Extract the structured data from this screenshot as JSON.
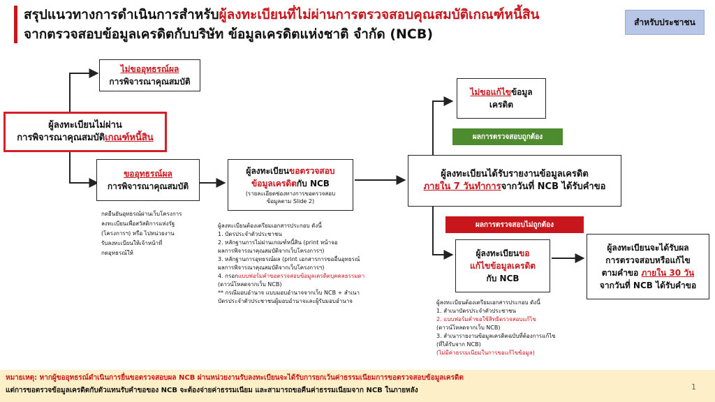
{
  "title": {
    "line1_a": "สรุปแนวทางการดำเนินการสำหรับ",
    "line1_b": "ผู้ลงทะเบียนที่ไม่ผ่านการตรวจสอบคุณสมบัติเกณฑ์หนี้สิน",
    "line2": "จากตรวจสอบข้อมูลเครดิตกับบริษัท ข้อมูลเครดิตแห่งชาติ จำกัด (NCB)"
  },
  "badge": "สำหรับประชาชน",
  "boxes": {
    "no_appeal": {
      "red": "ไม่ขออุทธรณ์ผล",
      "text": "การพิจารณาคุณสมบัติ"
    },
    "failed": {
      "line1": "ผู้ลงทะเบียนไม่ผ่าน",
      "line2_a": "การพิจารณาคุณสมบัติ",
      "line2_b": "เกณฑ์หนี้สิน"
    },
    "appeal": {
      "red": "ขออุทธรณ์ผล",
      "text": "การพิจารณาคุณสมบัติ"
    },
    "request_check": {
      "l1_a": "ผู้ลงทะเบียน",
      "l1_b": "ขอตรวจสอบ",
      "l2_a": "ข้อมูลเครดิต",
      "l2_b": "กับ NCB",
      "sub1": "(รายละเอียดช่องทางการขอตรวจสอบ",
      "sub2": "ข้อมูลตาม Slide 2)"
    },
    "no_correct": {
      "red": "ไม่ขอแก้ไข",
      "text1": "ข้อมูล",
      "text2": "เครดิต"
    },
    "receive_report": {
      "line1": "ผู้ลงทะเบียนได้รับรายงานข้อมูลเครดิต",
      "line2_a": "ภายใน 7 วันทำการ",
      "line2_b": "จากวันที่ NCB ได้รับคำขอ"
    },
    "request_correct": {
      "l1_a": "ผู้ลงทะเบียน",
      "l1_b": "ขอ",
      "l2": "แก้ไขข้อมูลเครดิต",
      "l3": "กับ NCB"
    },
    "result": {
      "line1": "ผู้ลงทะเบียนจะได้รับผล",
      "line2": "การตรวจสอบหรือแก้ไข",
      "line3_a": "ตามคำขอ ",
      "line3_b": "ภายใน 30 วัน",
      "line4": "จากวันที่ NCB ได้รับคำขอ"
    }
  },
  "banners": {
    "correct": "ผลการตรวจสอบถูกต้อง",
    "incorrect": "ผลการตรวจสอบไม่ถูกต้อง"
  },
  "notes": {
    "appeal": [
      "กดยืนยันอุทธรณ์ผ่านเว็บโครงการ",
      "ลงทะเบียนเพื่อสวัสดิการแห่งรัฐ",
      "(โครงการฯ) หรือ ไปหน่วยงาน",
      "รับลงทะเบียนให้เจ้าหน้าที่",
      "กดอุทธรณ์ให้"
    ],
    "appeal_or": "หรือ",
    "check_docs": {
      "intro": "ผู้ลงทะเบียนต้องเตรียมเอกสารประกอบ ดังนี้",
      "i1": "1. บัตรประจำตัวประชาชน",
      "i2a": "2. หลักฐานการไม่ผ่านเกณฑ์หนี้สิน (print หน้าจอ",
      "i2b": "ผลการพิจารณาคุณสมบัติจากเว็บโครงการฯ)",
      "i3a": "3. หลักฐานการอุทธรณ์ผล (print เอกสารการขออื่นอุทธรณ์",
      "i3b": "ผลการพิจารณาคุณสมบัติจากเว็บโครงการฯ)",
      "i4a_1": "4. กรอก",
      "i4a_2": "แบบฟอร์มคำขอตรวจสอบข้อมูลเครดิตบุคคลธรรมดา",
      "i4b": "(ดาวน์โหลดจากเว็บ NCB)",
      "i5a": "** กรณีมอบอำนาจ แบบมอบอำนาจจากเว็บ NCB + สำเนา",
      "i5b": "บัตรประจำตัวประชาชนผู้มอบอำนาจและผู้รับมอบอำนาจ"
    },
    "correct_docs": {
      "intro": "ผู้ลงทะเบียนต้องเตรียมเอกสารประกอบ ดังนี้",
      "i1": "1. สำเนาบัตรประจำตัวประชาชน",
      "i2a": "2. แบบฟอร์มคำขอใช้สิทธิตรวจสอบแก้ไข",
      "i2b": "(ดาวน์โหลดจากเว็บ NCB)",
      "i3a": "3. สำเนารายงานข้อมูลเครดิตฉบับที่ต้องการแก้ไข",
      "i3b": "(ที่ได้รับจาก NCB)",
      "i4": "(ไม่มีค่าธรรมเนียมในการขอแก้ไขข้อมูล)"
    }
  },
  "footer": {
    "line1": "หมายเหตุ: หากผู้ขออุทธรณ์ดำเนินการยื่นขอตรวจสอบผล NCB ผ่านหน่วยงานรับลงทะเบียนจะได้รับการยกเว้นค่าธรรมเนียมการขอตรวจสอบข้อมูลเครดิต",
    "line2": "แต่การขอตรวจข้อมูลเครดิตกับตัวแทนรับคำขอของ NCB จะต้องจ่ายค่าธรรมเนียม และสามารถขอคืนค่าธรรมเนียมจาก NCB ในภายหลัง"
  },
  "page_number": "1",
  "colors": {
    "accent_red": "#c8161d",
    "green_banner": "#4e8a2e",
    "red_banner": "#c8161d",
    "badge_bg": "#b7c5e6",
    "footer_bg": "#fdf0c8"
  }
}
